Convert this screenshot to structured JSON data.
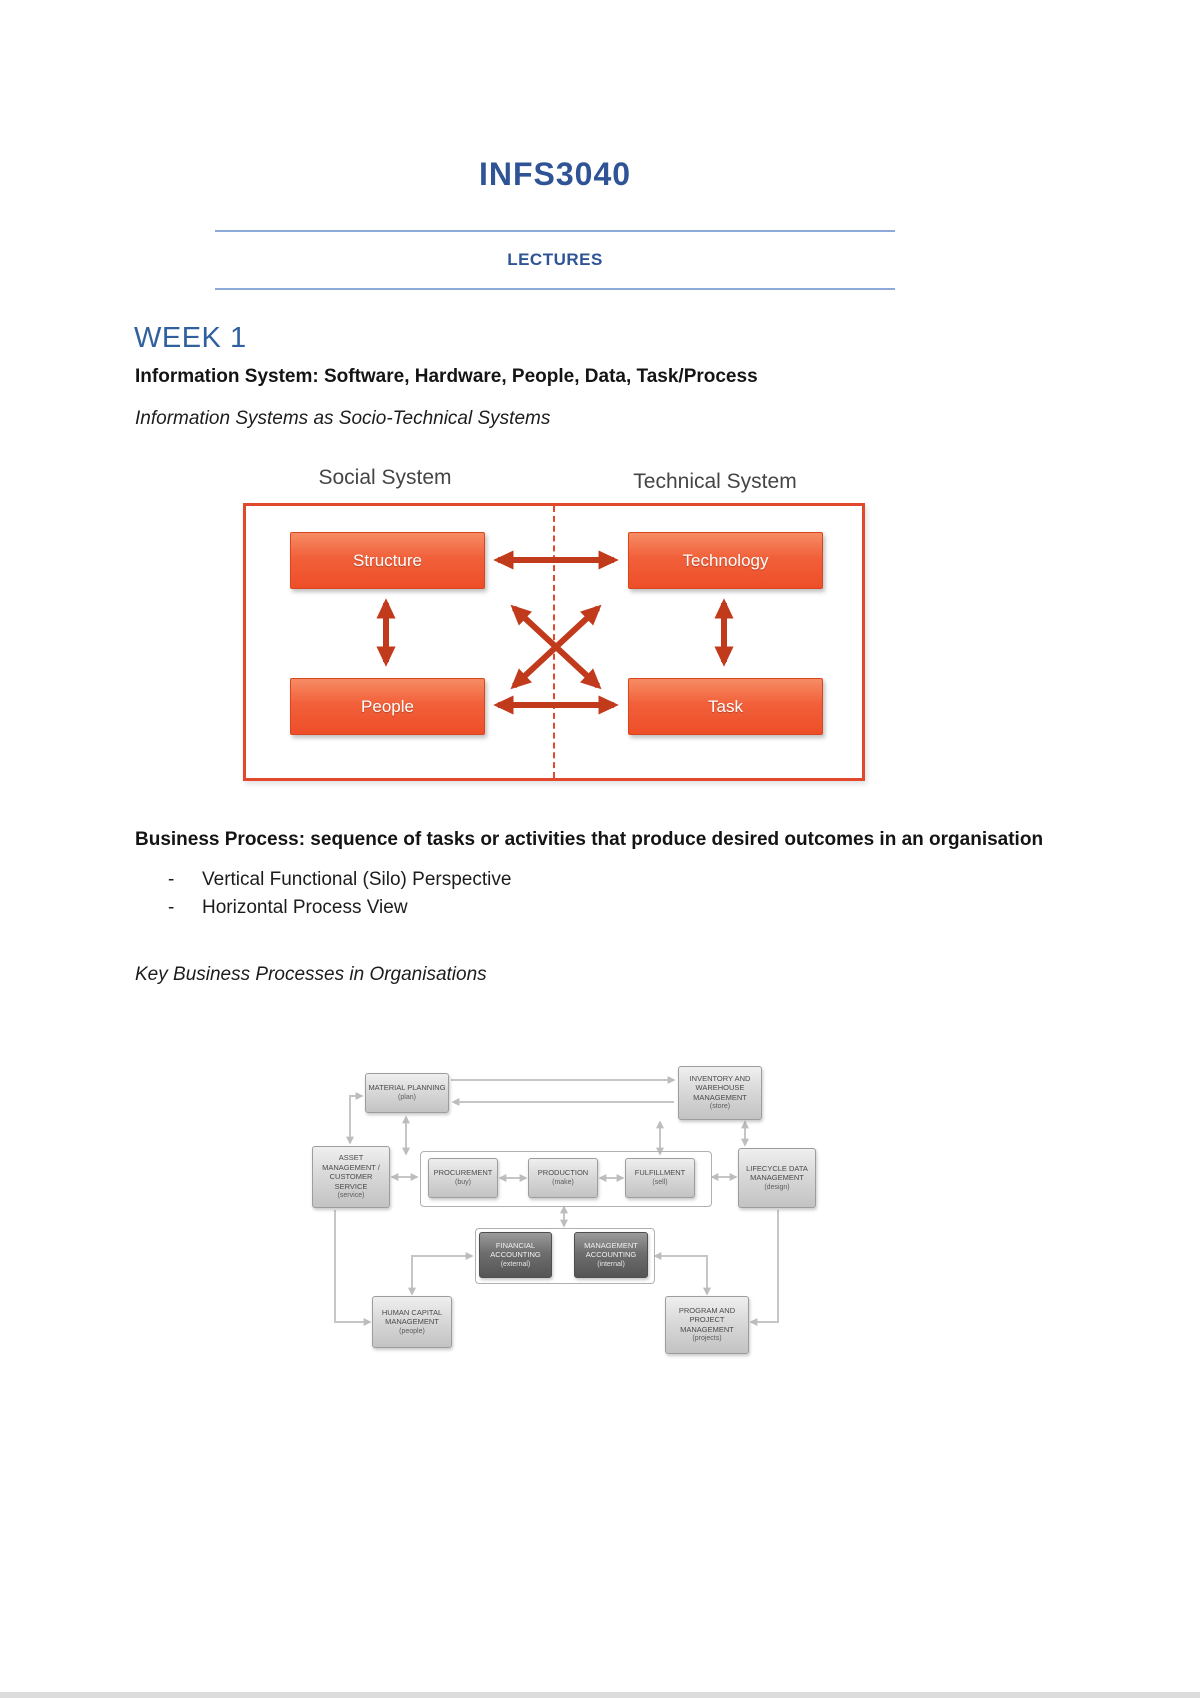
{
  "document": {
    "title": "INFS3040",
    "section_label": "LECTURES"
  },
  "week1": {
    "heading": "WEEK 1",
    "intro_bold": "Information System: Software, Hardware, People, Data, Task/Process",
    "intro_italic": "Information Systems as Socio-Technical Systems"
  },
  "socio_diagram": {
    "social_label": "Social System",
    "technical_label": "Technical System",
    "structure": "Structure",
    "technology": "Technology",
    "people": "People",
    "task": "Task"
  },
  "business_process": {
    "definition": "Business Process: sequence of tasks or activities that produce desired outcomes in an organisation",
    "bullet_marker": "-",
    "bullets": [
      "Vertical Functional (Silo) Perspective",
      "Horizontal Process View"
    ]
  },
  "key_processes": {
    "heading": "Key Business Processes in Organisations",
    "boxes": [
      {
        "id": "material-planning",
        "title": "MATERIAL PLANNING",
        "sub": "(plan)"
      },
      {
        "id": "inventory-warehouse",
        "title": "INVENTORY AND WAREHOUSE MANAGEMENT",
        "sub": "(store)"
      },
      {
        "id": "asset-customer",
        "title": "ASSET MANAGEMENT / CUSTOMER SERVICE",
        "sub": "(service)"
      },
      {
        "id": "procurement",
        "title": "PROCUREMENT",
        "sub": "(buy)"
      },
      {
        "id": "production",
        "title": "PRODUCTION",
        "sub": "(make)"
      },
      {
        "id": "fulfillment",
        "title": "FULFILLMENT",
        "sub": "(sell)"
      },
      {
        "id": "lifecycle-data",
        "title": "LIFECYCLE DATA MANAGEMENT",
        "sub": "(design)"
      },
      {
        "id": "financial-accounting",
        "title": "FINANCIAL ACCOUNTING",
        "sub": "(external)"
      },
      {
        "id": "management-accounting",
        "title": "MANAGEMENT ACCOUNTING",
        "sub": "(internal)"
      },
      {
        "id": "human-capital",
        "title": "HUMAN CAPITAL MANAGEMENT",
        "sub": "(people)"
      },
      {
        "id": "program-project",
        "title": "PROGRAM AND PROJECT MANAGEMENT",
        "sub": "(projects)"
      }
    ]
  },
  "colors": {
    "heading_blue": "#2f5496",
    "rule_blue": "#8eaadb",
    "diagram_frame_red": "#e2492c",
    "diagram_box_orange": "#f1603a",
    "diagram_arrow_red": "#c23a1c",
    "connector_gray": "#c6c6c6"
  }
}
